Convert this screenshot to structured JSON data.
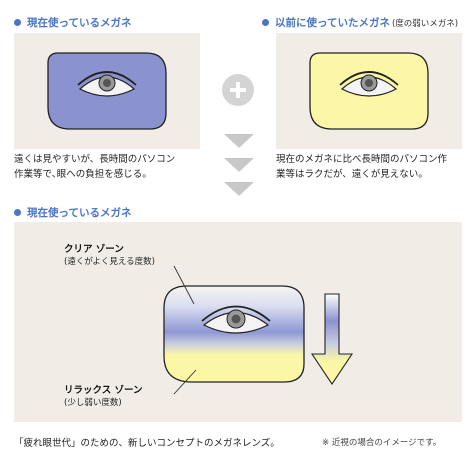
{
  "top_left": {
    "heading": "現在使っているメガネ",
    "desc_line1": "遠くは見やすいが、長時間のパソコン",
    "desc_line2": "作業等で､眼への負担を感じる。"
  },
  "top_right": {
    "heading": "以前に使っていたメガネ",
    "heading_note": "(度の弱いメガネ)",
    "desc_line1": "現在のメガネに比べ長時間のパソコン作",
    "desc_line2": "業等はラクだが、遠くが見えない。"
  },
  "bottom": {
    "heading": "現在使っているメガネ",
    "clear_zone_title": "クリア ゾーン",
    "clear_zone_sub": "(遠くがよく見える度数)",
    "relax_zone_title": "リラックス ゾーン",
    "relax_zone_sub": "(少し弱い度数)"
  },
  "footer": {
    "main": "「疲れ眼世代」のための、新しいコンセプトのメガネレンズ。",
    "note": "※ 近視の場合のイメージです。"
  },
  "colors": {
    "accent": "#4a76c4",
    "lens_blue": "#8a93d0",
    "lens_yellow": "#fbf7a6",
    "panel_bg": "#f1ede6",
    "arrow_gray": "#c8c8c8"
  }
}
